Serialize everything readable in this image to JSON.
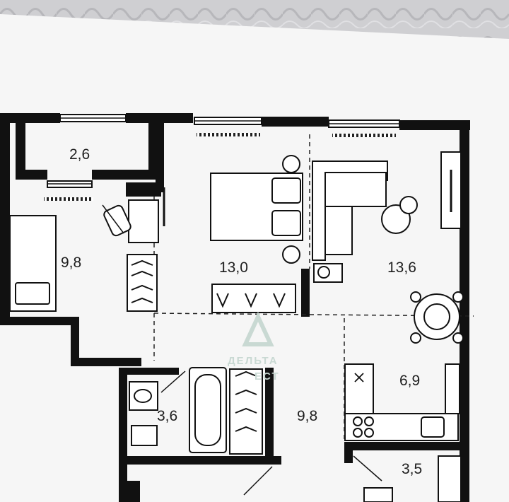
{
  "plan": {
    "rooms": [
      {
        "id": "balcony",
        "area": "2,6"
      },
      {
        "id": "bedroom-left",
        "area": "9,8"
      },
      {
        "id": "bedroom-main",
        "area": "13,0"
      },
      {
        "id": "living-room",
        "area": "13,6"
      },
      {
        "id": "kitchen",
        "area": "6,9"
      },
      {
        "id": "bathroom",
        "area": "3,6"
      },
      {
        "id": "hallway",
        "area": "9,8"
      },
      {
        "id": "toilet",
        "area": "3,5"
      }
    ]
  },
  "watermark": {
    "line1": "ДЕЛЬТА",
    "line2": "ЕСТ"
  },
  "colors": {
    "wall": "#111111",
    "paper": "#f7f7f7",
    "fabric": "#cfcfd2",
    "watermark": "#c9d9d3"
  }
}
